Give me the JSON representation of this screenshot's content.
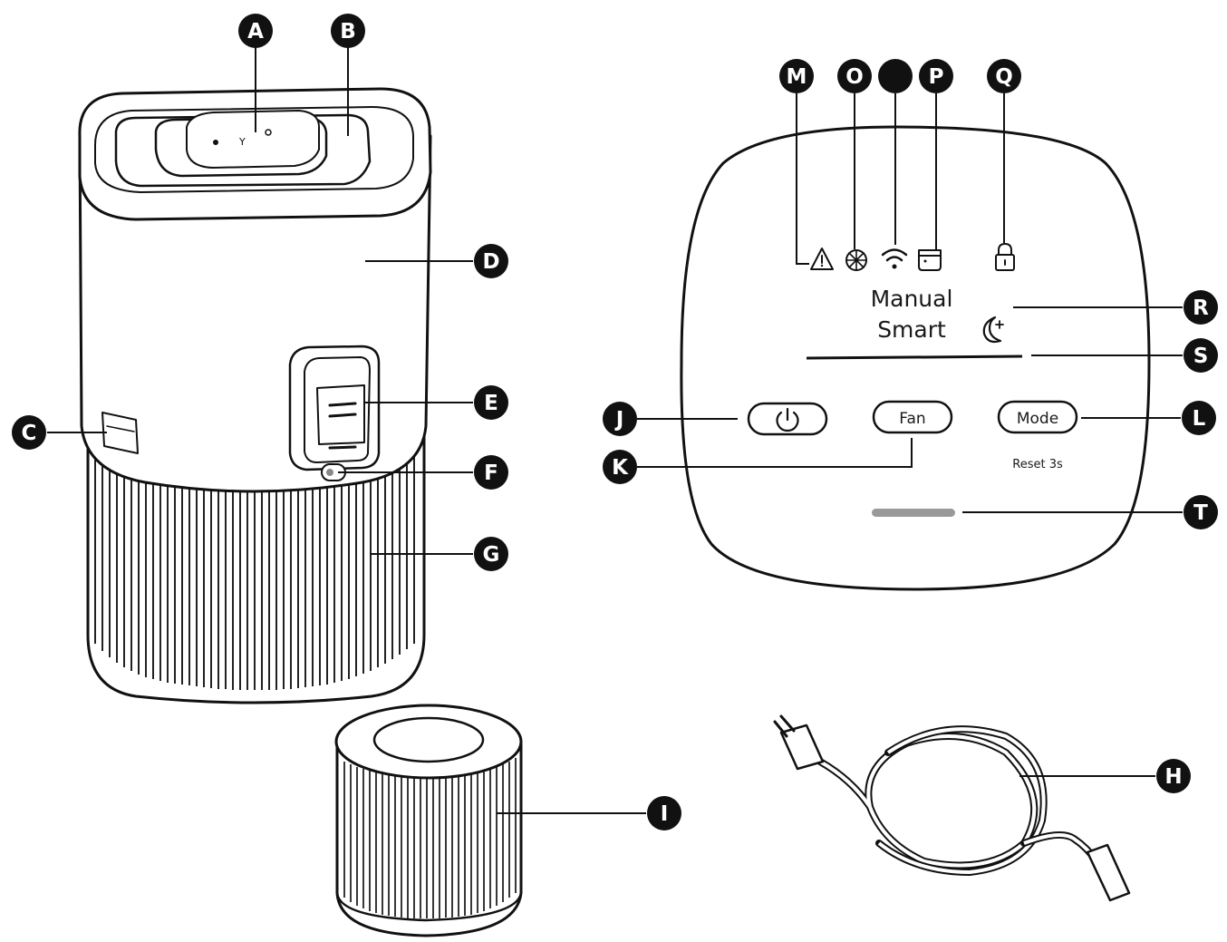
{
  "callouts": [
    "A",
    "B",
    "C",
    "D",
    "E",
    "F",
    "G",
    "H",
    "I",
    "J",
    "K",
    "L",
    "M",
    "O",
    "P",
    "Q",
    "R",
    "S",
    "T",
    ""
  ],
  "panel": {
    "mode_manual": "Manual",
    "mode_smart": "Smart",
    "fan_button": "Fan",
    "mode_button": "Mode",
    "reset_hint": "Reset 3s"
  },
  "icons": {
    "warning": "warning-triangle-icon",
    "filter": "filter-icon",
    "wifi": "wifi-icon",
    "filter_status": "filter-status-icon",
    "lock": "lock-icon",
    "sleep": "sleep-moon-icon",
    "power": "power-icon"
  }
}
